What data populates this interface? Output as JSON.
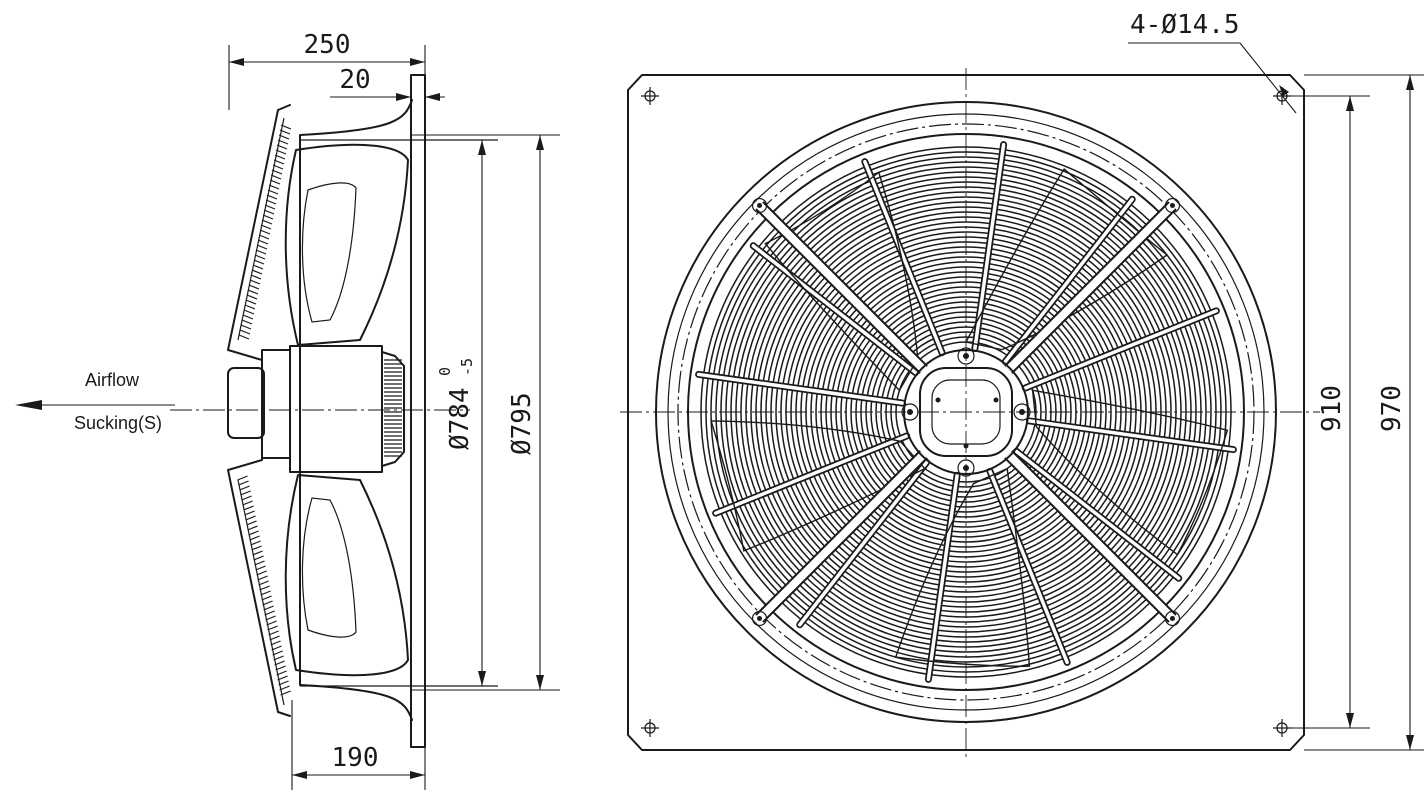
{
  "dimensions": {
    "depth_total": "250",
    "flange_depth": "20",
    "motor_depth": "190",
    "inner_diameter": "Ø784",
    "inner_diameter_tol_upper": "0",
    "inner_diameter_tol_lower": "-5",
    "outer_diameter": "Ø795",
    "hole_spec": "4-Ø14.5",
    "hole_spacing": "910",
    "plate_size": "970"
  },
  "airflow": {
    "label": "Airflow",
    "mode": "Sucking(S)",
    "direction": "left"
  },
  "colors": {
    "line": "#1a1a1a",
    "background": "#ffffff"
  }
}
